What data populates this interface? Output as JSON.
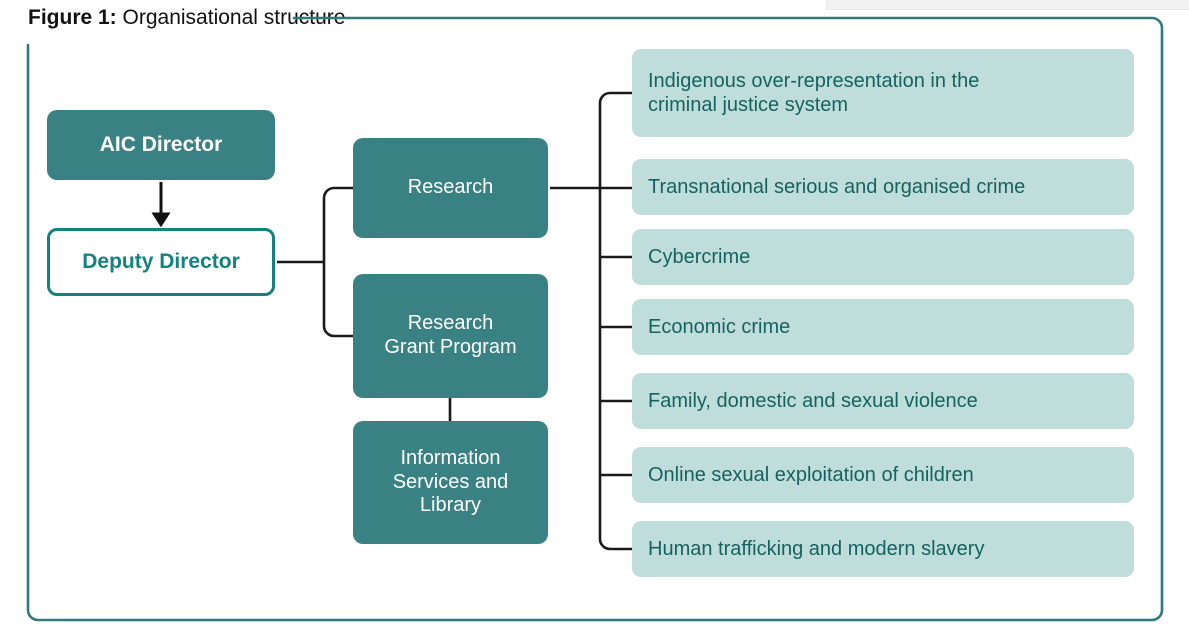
{
  "figure": {
    "label": "Figure 1:",
    "title": "Organisational structure"
  },
  "colors": {
    "teal_fill": "#3a8183",
    "teal_border": "#15817e",
    "mint_fill": "#bfdedb",
    "mint_text": "#166260",
    "frame": "#2e7b7c",
    "connector": "#1a1a1a",
    "white": "#ffffff"
  },
  "chart_data": {
    "type": "diagram",
    "title": "Organisational structure",
    "nodes": [
      {
        "id": "aic-director",
        "label": "AIC Director",
        "style": "solid-teal",
        "column": "left"
      },
      {
        "id": "deputy-director",
        "label": "Deputy Director",
        "style": "outline-teal",
        "column": "left"
      },
      {
        "id": "research",
        "label": "Research",
        "style": "solid-teal",
        "column": "middle"
      },
      {
        "id": "research-grant-program",
        "label": "Research\nGrant Program",
        "style": "solid-teal",
        "column": "middle"
      },
      {
        "id": "information-services-and-library",
        "label": "Information\nServices and\nLibrary",
        "style": "solid-teal",
        "column": "middle"
      },
      {
        "id": "theme-0",
        "label": "Indigenous over-representation in the criminal justice system",
        "style": "mint-pill",
        "column": "right"
      },
      {
        "id": "theme-1",
        "label": "Transnational serious and organised crime",
        "style": "mint-pill",
        "column": "right"
      },
      {
        "id": "theme-2",
        "label": "Cybercrime",
        "style": "mint-pill",
        "column": "right"
      },
      {
        "id": "theme-3",
        "label": "Economic crime",
        "style": "mint-pill",
        "column": "right"
      },
      {
        "id": "theme-4",
        "label": "Family, domestic and sexual violence",
        "style": "mint-pill",
        "column": "right"
      },
      {
        "id": "theme-5",
        "label": "Online sexual exploitation of children",
        "style": "mint-pill",
        "column": "right"
      },
      {
        "id": "theme-6",
        "label": "Human trafficking and modern slavery",
        "style": "mint-pill",
        "column": "right"
      }
    ],
    "edges": [
      {
        "from": "aic-director",
        "to": "deputy-director",
        "type": "arrow"
      },
      {
        "from": "deputy-director",
        "to": "research",
        "type": "bracket"
      },
      {
        "from": "deputy-director",
        "to": "research-grant-program",
        "type": "bracket"
      },
      {
        "from": "research-grant-program",
        "to": "information-services-and-library",
        "type": "line"
      },
      {
        "from": "research",
        "to": "theme-0",
        "type": "bracket"
      },
      {
        "from": "research",
        "to": "theme-1",
        "type": "bracket"
      },
      {
        "from": "research",
        "to": "theme-2",
        "type": "bracket"
      },
      {
        "from": "research",
        "to": "theme-3",
        "type": "bracket"
      },
      {
        "from": "research",
        "to": "theme-4",
        "type": "bracket"
      },
      {
        "from": "research",
        "to": "theme-5",
        "type": "bracket"
      },
      {
        "from": "research",
        "to": "theme-6",
        "type": "bracket"
      }
    ]
  },
  "left_column": {
    "director": "AIC Director",
    "deputy": "Deputy Director"
  },
  "middle_column": {
    "research": "Research",
    "grant_line1": "Research",
    "grant_line2": "Grant Program",
    "library_line1": "Information",
    "library_line2": "Services and",
    "library_line3": "Library"
  },
  "right_column": {
    "items": [
      {
        "line1": "Indigenous over-representation in the",
        "line2": "criminal justice system"
      },
      {
        "line1": "Transnational serious and organised crime"
      },
      {
        "line1": "Cybercrime"
      },
      {
        "line1": "Economic crime"
      },
      {
        "line1": "Family, domestic and sexual violence"
      },
      {
        "line1": "Online sexual exploitation of children"
      },
      {
        "line1": "Human trafficking and modern slavery"
      }
    ]
  }
}
